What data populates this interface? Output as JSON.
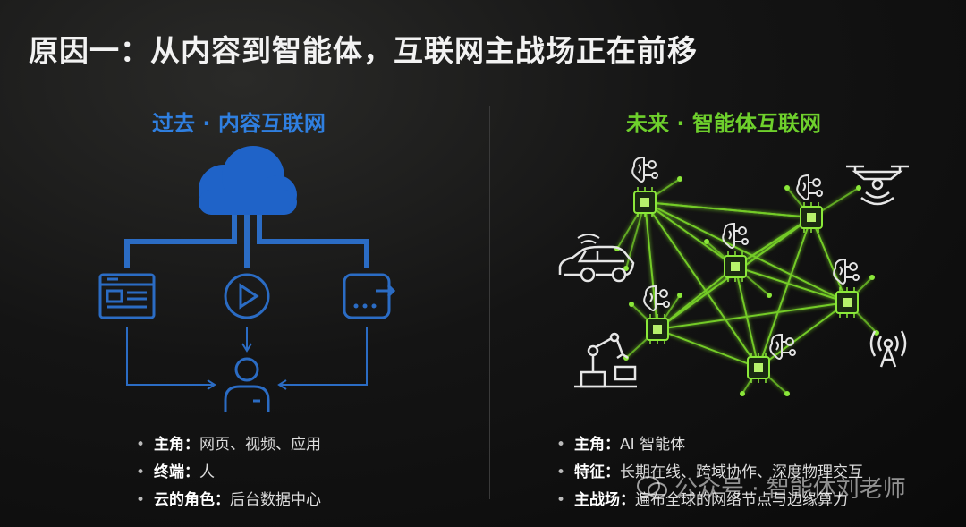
{
  "title": "原因一：从内容到智能体，互联网主战场正在前移",
  "left": {
    "heading": "过去 · 内容互联网",
    "bullets": [
      {
        "key": "主角：",
        "value": "网页、视频、应用"
      },
      {
        "key": "终端：",
        "value": "人"
      },
      {
        "key": "云的角色：",
        "value": "后台数据中心"
      }
    ],
    "icons": [
      "cloud-icon",
      "webpage-icon",
      "video-play-icon",
      "app-window-icon",
      "user-icon"
    ]
  },
  "right": {
    "heading": "未来 · 智能体互联网",
    "bullets": [
      {
        "key": "主角：",
        "value": "AI 智能体"
      },
      {
        "key": "特征：",
        "value": "长期在线、跨域协作、深度物理交互"
      },
      {
        "key": "主战场：",
        "value": "遍布全球的网络节点与边缘算力"
      }
    ],
    "icons": [
      "brain-icon",
      "chip-node-icon",
      "car-icon",
      "drone-icon",
      "robot-arm-icon",
      "antenna-icon"
    ]
  },
  "watermark": "公众号 · 智能体刘老师",
  "colors": {
    "left_accent": "#2f7fe0",
    "right_accent": "#6ed02c",
    "background": "#111111"
  }
}
